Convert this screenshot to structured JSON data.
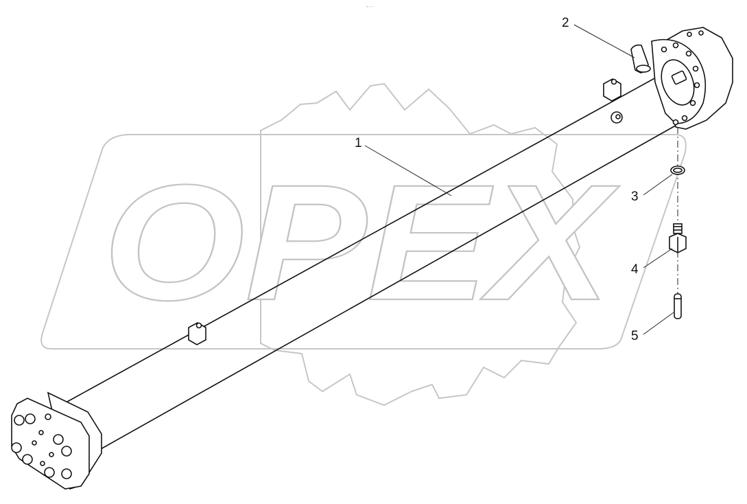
{
  "diagram": {
    "header_mark": "ᵒᵥ −−−",
    "watermark": {
      "brand_text": "OPEX",
      "gear_color": "#c6c6c6",
      "text_outline_color": "#c4c4c4"
    },
    "line_color": "#111111",
    "callouts": [
      {
        "number": "1",
        "part": "cylinder-tube"
      },
      {
        "number": "2",
        "part": "bleed-valve"
      },
      {
        "number": "3",
        "part": "seal-ring"
      },
      {
        "number": "4",
        "part": "fitting"
      },
      {
        "number": "5",
        "part": "pin"
      }
    ]
  }
}
